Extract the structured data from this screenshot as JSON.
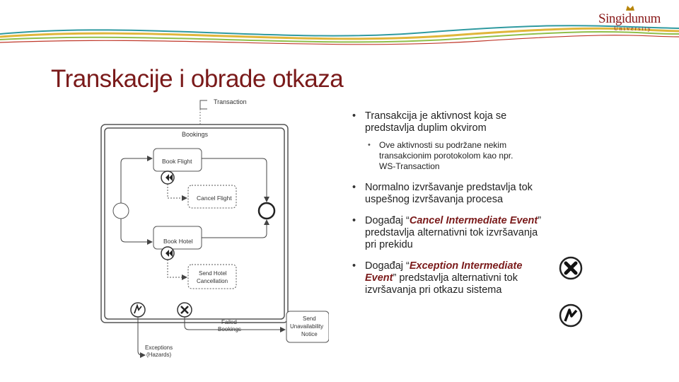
{
  "logo": {
    "title": "Singidunum",
    "subtitle": "University"
  },
  "title": "Transkacije i obrade otkaza",
  "diagram": {
    "transaction_label": "Transaction",
    "bookings_label": "Bookings",
    "book_flight": "Book Flight",
    "cancel_flight": "Cancel Flight",
    "book_hotel": "Book Hotel",
    "send_hotel_cancellation_1": "Send Hotel",
    "send_hotel_cancellation_2": "Cancellation",
    "failed_bookings_1": "Failed",
    "failed_bookings_2": "Bookings",
    "send_notice_1": "Send",
    "send_notice_2": "Unavailability",
    "send_notice_3": "Notice",
    "exceptions_1": "Exceptions",
    "exceptions_2": "(Hazards)"
  },
  "bullets": {
    "b1_line1": "Transakcija je aktivnost koja se",
    "b1_line2": "predstavlja duplim okvirom",
    "b1_sub_line1": "Ove aktivnosti su podržane nekim",
    "b1_sub_line2": "transakcionim porotokolom kao npr.",
    "b1_sub_line3": "WS-Transaction",
    "b2_line1": "Normalno izvršavanje predstavlja tok",
    "b2_line2": "uspešnog izvršavanja procesa",
    "b3_prefix": "Događaj “",
    "b3_em": "Cancel Intermediate Event",
    "b3_suffix": "”",
    "b3_line2": "predstavlja alternativni tok izvršavanja",
    "b3_line3": "pri prekidu",
    "b4_prefix": "Događaj “",
    "b4_em1": "Exception Intermediate",
    "b4_em2": "Event",
    "b4_suffix": "” predstavlja alternativni tok",
    "b4_line3": "izvršavanja pri otkazu sistema"
  }
}
